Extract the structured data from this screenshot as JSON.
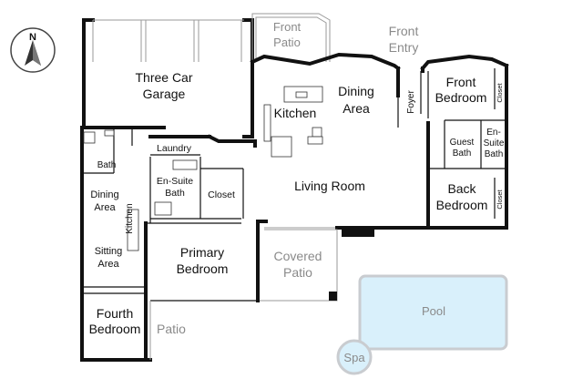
{
  "compass": {
    "label": "N"
  },
  "rooms": {
    "garage": [
      "Three Car",
      "Garage"
    ],
    "front_patio": [
      "Front",
      "Patio"
    ],
    "front_entry": [
      "Front",
      "Entry"
    ],
    "kitchen_main": "Kitchen",
    "dining_main": [
      "Dining",
      "Area"
    ],
    "foyer": "Foyer",
    "front_bedroom": [
      "Front",
      "Bedroom"
    ],
    "closet_front": "Closet",
    "guest_bath": [
      "Guest",
      "Bath"
    ],
    "ensuite_bath_right": [
      "En-",
      "Suite",
      "Bath"
    ],
    "back_bedroom": [
      "Back",
      "Bedroom"
    ],
    "closet_back": "Closet",
    "living_room": "Living Room",
    "laundry": "Laundry",
    "bath_left": "Bath",
    "ensuite_bath_primary": [
      "En-Suite",
      "Bath"
    ],
    "closet_primary": "Closet",
    "dining_left": [
      "Dining",
      "Area"
    ],
    "kitchen_left": "Kitchen",
    "sitting": [
      "Sitting",
      "Area"
    ],
    "primary_bedroom": [
      "Primary",
      "Bedroom"
    ],
    "covered_patio": [
      "Covered",
      "Patio"
    ],
    "fourth_bedroom": [
      "Fourth",
      "Bedroom"
    ],
    "patio": "Patio",
    "pool": "Pool",
    "spa": "Spa"
  },
  "colors": {
    "wall": "#111111",
    "label_outdoor": "#8a8a8a",
    "pool_fill": "#d9f0fb",
    "pool_edge": "#c9ccd0"
  }
}
